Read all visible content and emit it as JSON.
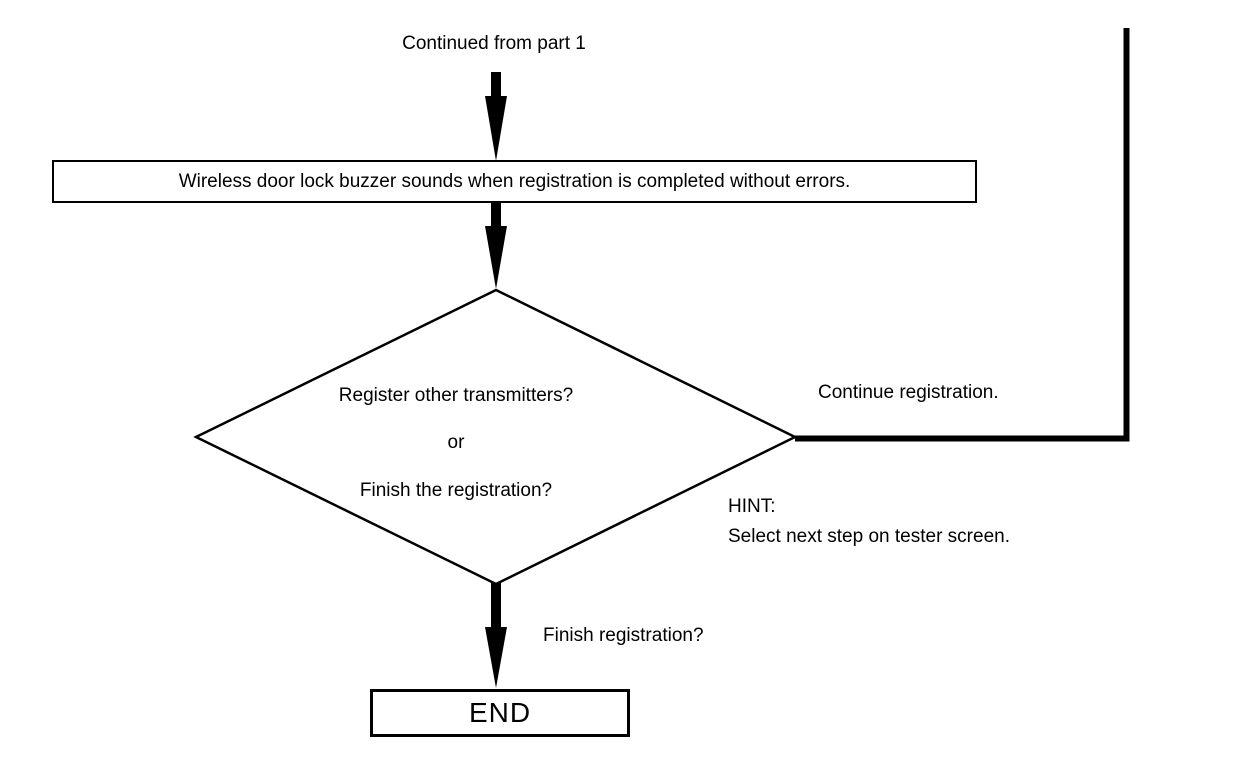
{
  "colors": {
    "ink": "#000000",
    "background": "#ffffff"
  },
  "flowchart": {
    "entry_label": "Continued from part 1",
    "process_text": "Wireless door lock buzzer sounds when registration is completed without errors.",
    "decision_line1": "Register other transmitters?",
    "decision_line2": "or",
    "decision_line3": "Finish the registration?",
    "continue_label": "Continue registration.",
    "hint_title": "HINT:",
    "hint_body": "Select next step on tester screen.",
    "finish_label": "Finish registration?",
    "end_label": "END"
  }
}
